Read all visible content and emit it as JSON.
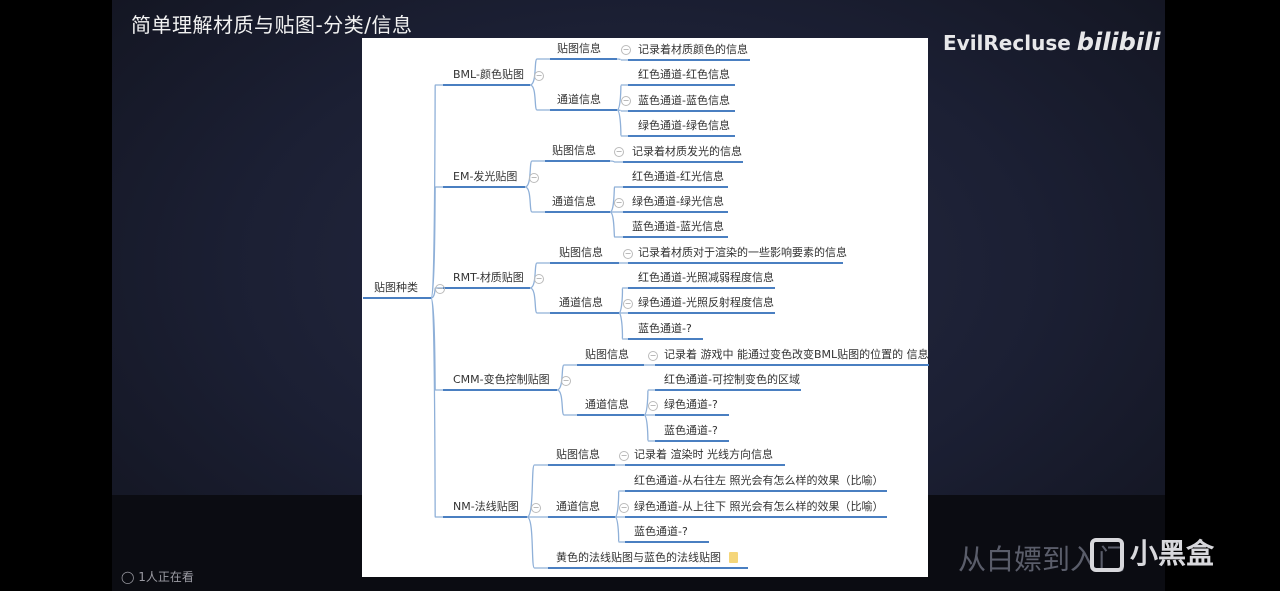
{
  "header": {
    "title": "简单理解材质与贴图-分类/信息",
    "watermark": "EvilRecluse",
    "watermark_logo": "bilibili"
  },
  "footer": {
    "viewers": "1人正在看",
    "slogan": "从白嫖到入门",
    "brand": "小黑盒"
  },
  "mindmap": {
    "root": "贴图种类",
    "bml": {
      "label": "BML-颜色贴图",
      "map_info": "贴图信息",
      "map_info_leaf": "记录着材质颜色的信息",
      "channel_info": "通道信息",
      "channels": [
        "红色通道-红色信息",
        "蓝色通道-蓝色信息",
        "绿色通道-绿色信息"
      ]
    },
    "em": {
      "label": "EM-发光贴图",
      "map_info": "贴图信息",
      "map_info_leaf": "记录着材质发光的信息",
      "channel_info": "通道信息",
      "channels": [
        "红色通道-红光信息",
        "绿色通道-绿光信息",
        "蓝色通道-蓝光信息"
      ]
    },
    "rmt": {
      "label": "RMT-材质贴图",
      "map_info": "贴图信息",
      "map_info_leaf": "记录着材质对于渲染的一些影响要素的信息",
      "channel_info": "通道信息",
      "channels": [
        "红色通道-光照减弱程度信息",
        "绿色通道-光照反射程度信息",
        "蓝色通道-?"
      ]
    },
    "cmm": {
      "label": "CMM-变色控制贴图",
      "map_info": "贴图信息",
      "map_info_leaf": "记录着 游戏中 能通过变色改变BML贴图的位置的 信息",
      "channel_info": "通道信息",
      "channels": [
        "红色通道-可控制变色的区域",
        "绿色通道-?",
        "蓝色通道-?"
      ]
    },
    "nm": {
      "label": "NM-法线贴图",
      "map_info": "贴图信息",
      "map_info_leaf": "记录着 渲染时 光线方向信息",
      "channel_info": "通道信息",
      "channels": [
        "红色通道-从右往左 照光会有怎么样的效果（比喻）",
        "绿色通道-从上往下 照光会有怎么样的效果（比喻）",
        "蓝色通道-?"
      ],
      "extra": "黄色的法线贴图与蓝色的法线贴图"
    }
  }
}
